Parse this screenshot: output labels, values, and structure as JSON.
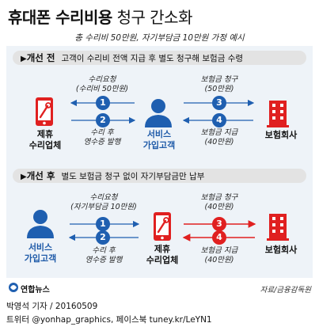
{
  "title": {
    "bold": "휴대폰 수리비용",
    "light": " 청구 간소화"
  },
  "subtitle": "총 수리비 50만원, 자기부담금 10만원 가정 예시",
  "before": {
    "heading": "개선 전",
    "description": "고객이 수리비 전액 지급 후 별도 청구해 보험금 수령",
    "left_entity": [
      "제휴",
      "수리업체"
    ],
    "center_entity": [
      "서비스",
      "가입고객"
    ],
    "right_entity": "보험회사",
    "steps": [
      {
        "num": "1",
        "text": [
          "수리요청",
          "(수리비 50만원)"
        ]
      },
      {
        "num": "2",
        "text": [
          "수리 후",
          "영수증 발행"
        ]
      },
      {
        "num": "3",
        "text": [
          "보험금 청구",
          "(50만원)"
        ]
      },
      {
        "num": "4",
        "text": [
          "보험금 지급",
          "(40만원)"
        ]
      }
    ]
  },
  "after": {
    "heading": "개선 후",
    "description": "별도 보험금 청구 없이 자기부담금만 납부",
    "left_entity": [
      "서비스",
      "가입고객"
    ],
    "center_entity": [
      "제휴",
      "수리업체"
    ],
    "right_entity": "보험회사",
    "steps": [
      {
        "num": "1",
        "text": [
          "수리요청",
          "(자기부담금 10만원)"
        ]
      },
      {
        "num": "2",
        "text": [
          "수리 후",
          "영수증 발행"
        ]
      },
      {
        "num": "3",
        "text": [
          "보험금 청구",
          "(40만원)"
        ]
      },
      {
        "num": "4",
        "text": [
          "보험금 지급",
          "(40만원)"
        ]
      }
    ]
  },
  "logo_text": "연합뉴스",
  "source": "자료/금융감독원",
  "credit_line1": "박영석 기자 / 20160509",
  "credit_line2": "트위터 @yonhap_graphics, 페이스북 tuney.kr/LeYN1",
  "colors": {
    "blue": "#1f5fb0",
    "red": "#e02020",
    "panel": "#eef3f8",
    "band": "#e3e3e3"
  }
}
